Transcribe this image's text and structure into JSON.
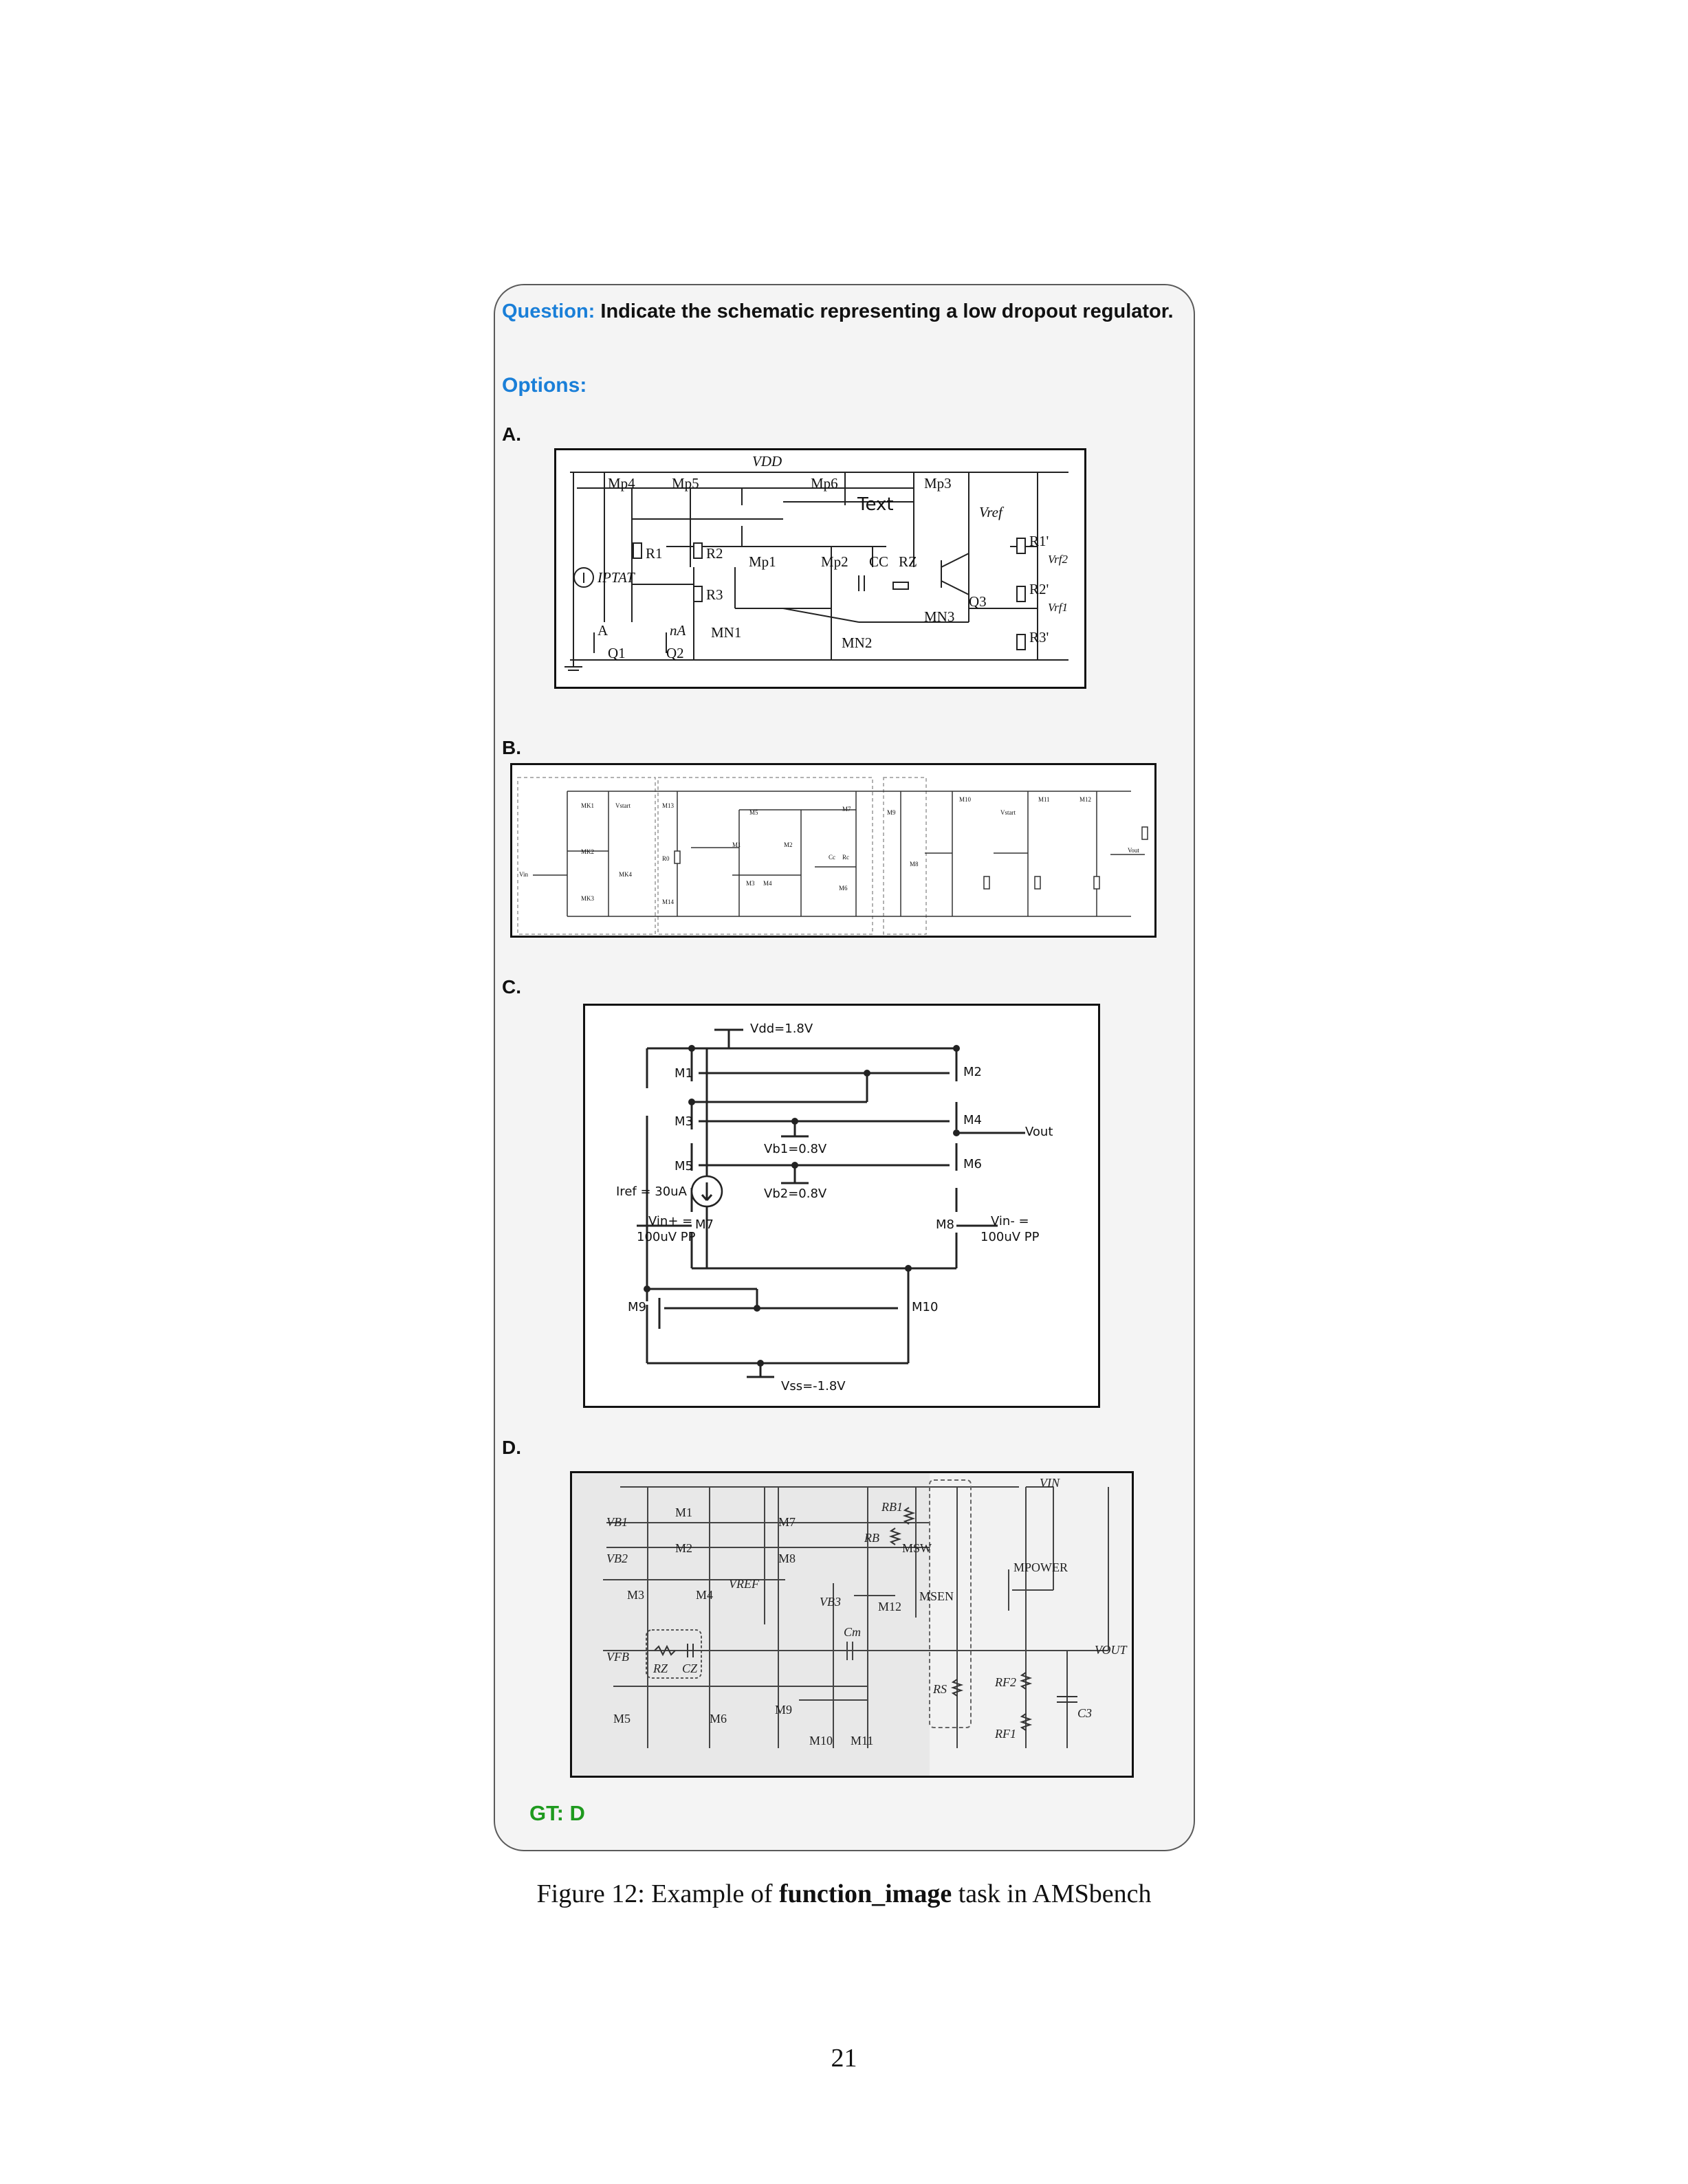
{
  "question": {
    "label": "Question:",
    "text": "Indicate the schematic representing a low dropout regulator."
  },
  "options_label": "Options:",
  "options": [
    {
      "letter": "A.",
      "labels": [
        "VDD",
        "Mp4",
        "Mp5",
        "Mp6",
        "Mp3",
        "Text",
        "Vref",
        "R1",
        "R2",
        "R3",
        "Mp1",
        "Mp2",
        "CC",
        "RZ",
        "Q3",
        "R1'",
        "R2'",
        "R3'",
        "Vrf2",
        "Vrf1",
        "IPTAT",
        "A",
        "nA",
        "Q1",
        "Q2",
        "MN1",
        "MN2",
        "MN3"
      ]
    },
    {
      "letter": "B.",
      "labels": [
        "MK1",
        "Vstart",
        "MK2",
        "MK3",
        "MK4",
        "Vin",
        "M13",
        "M14",
        "R0",
        "M1",
        "M2",
        "M3",
        "M4",
        "M5",
        "M6",
        "M7",
        "M8",
        "M9",
        "M10",
        "M11",
        "M12",
        "Cc",
        "Rc",
        "Vstart",
        "Vout"
      ]
    },
    {
      "letter": "C.",
      "labels": [
        "Vdd=1.8V",
        "M1",
        "M2",
        "M3",
        "M4",
        "M5",
        "M6",
        "M7",
        "M8",
        "M9",
        "M10",
        "Vout",
        "Vb1=0.8V",
        "Vb2=0.8V",
        "Iref = 30uA",
        "Vin+ =",
        "100uV PP",
        "Vin- =",
        "100uV PP",
        "Vss=-1.8V"
      ]
    },
    {
      "letter": "D.",
      "labels": [
        "VB1",
        "VB2",
        "M1",
        "M2",
        "M3",
        "M4",
        "M5",
        "M6",
        "M7",
        "M8",
        "M9",
        "M10",
        "M11",
        "M12",
        "VREF",
        "VB3",
        "RB1",
        "RB",
        "MSW",
        "MSEN",
        "MPOWER",
        "VIN",
        "VOUT",
        "VFB",
        "RZ",
        "CZ",
        "Cm",
        "RS",
        "RF2",
        "RF1",
        "C3"
      ]
    }
  ],
  "gt": "GT:  D",
  "caption": {
    "prefix": "Figure 12: Example of ",
    "bold": "function_image",
    "suffix": " task in AMSbench"
  },
  "page_number": "21",
  "colors": {
    "accent_blue": "#1a7fd8",
    "gt_green": "#1e9a1e",
    "card_bg": "#f4f4f4"
  }
}
